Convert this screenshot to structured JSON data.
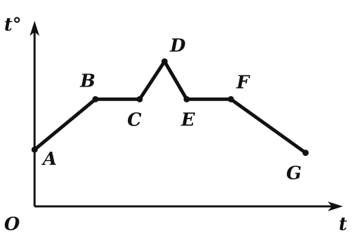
{
  "chart_data": {
    "type": "line",
    "xlabel": "t",
    "ylabel": "t°",
    "origin_label": "O",
    "grid": false,
    "legend": "none",
    "xlim": [
      0,
      10
    ],
    "ylim": [
      0,
      6
    ],
    "points": [
      {
        "label": "A",
        "x": 0.0,
        "y": 1.8
      },
      {
        "label": "B",
        "x": 2.2,
        "y": 3.4
      },
      {
        "label": "C",
        "x": 3.8,
        "y": 3.4
      },
      {
        "label": "D",
        "x": 4.7,
        "y": 4.6
      },
      {
        "label": "E",
        "x": 5.5,
        "y": 3.4
      },
      {
        "label": "F",
        "x": 7.1,
        "y": 3.4
      },
      {
        "label": "G",
        "x": 9.8,
        "y": 1.7
      }
    ],
    "color": "#111111"
  }
}
